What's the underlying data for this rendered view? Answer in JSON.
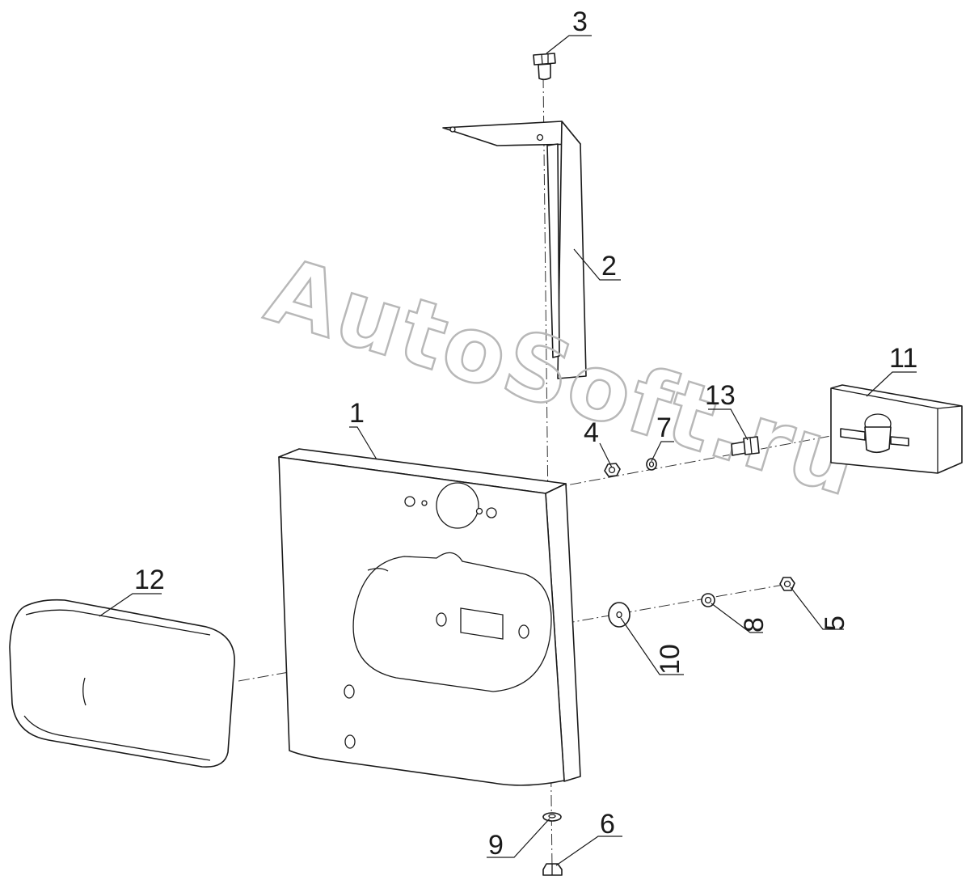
{
  "watermark": "AutoSoft.ru",
  "callouts": {
    "p1": "1",
    "p2": "2",
    "p3": "3",
    "p4": "4",
    "p5": "5",
    "p6": "6",
    "p7": "7",
    "p8": "8",
    "p9": "9",
    "p10": "10",
    "p11": "11",
    "p12": "12",
    "p13": "13"
  },
  "colors": {
    "line": "#1a1a1a",
    "watermark": "#b8b8b8",
    "background": "#ffffff"
  }
}
